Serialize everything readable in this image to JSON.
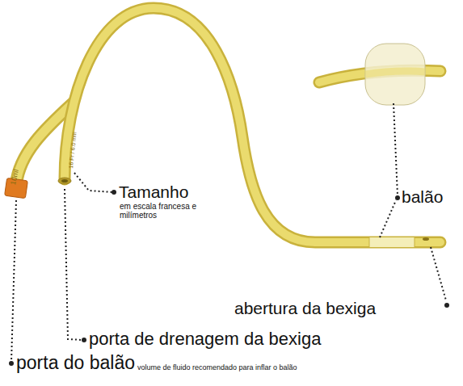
{
  "diagram": {
    "labels": [
      "10ml",
      "16 Fr / 6.0 mm",
      "Tamanho",
      "em escala francesa e milímetros",
      "balão",
      "abertura da bexiga",
      "porta de drenagem da bexiga",
      "porta do balão",
      "volume de fluido recomendado para inflar o balão"
    ]
  }
}
